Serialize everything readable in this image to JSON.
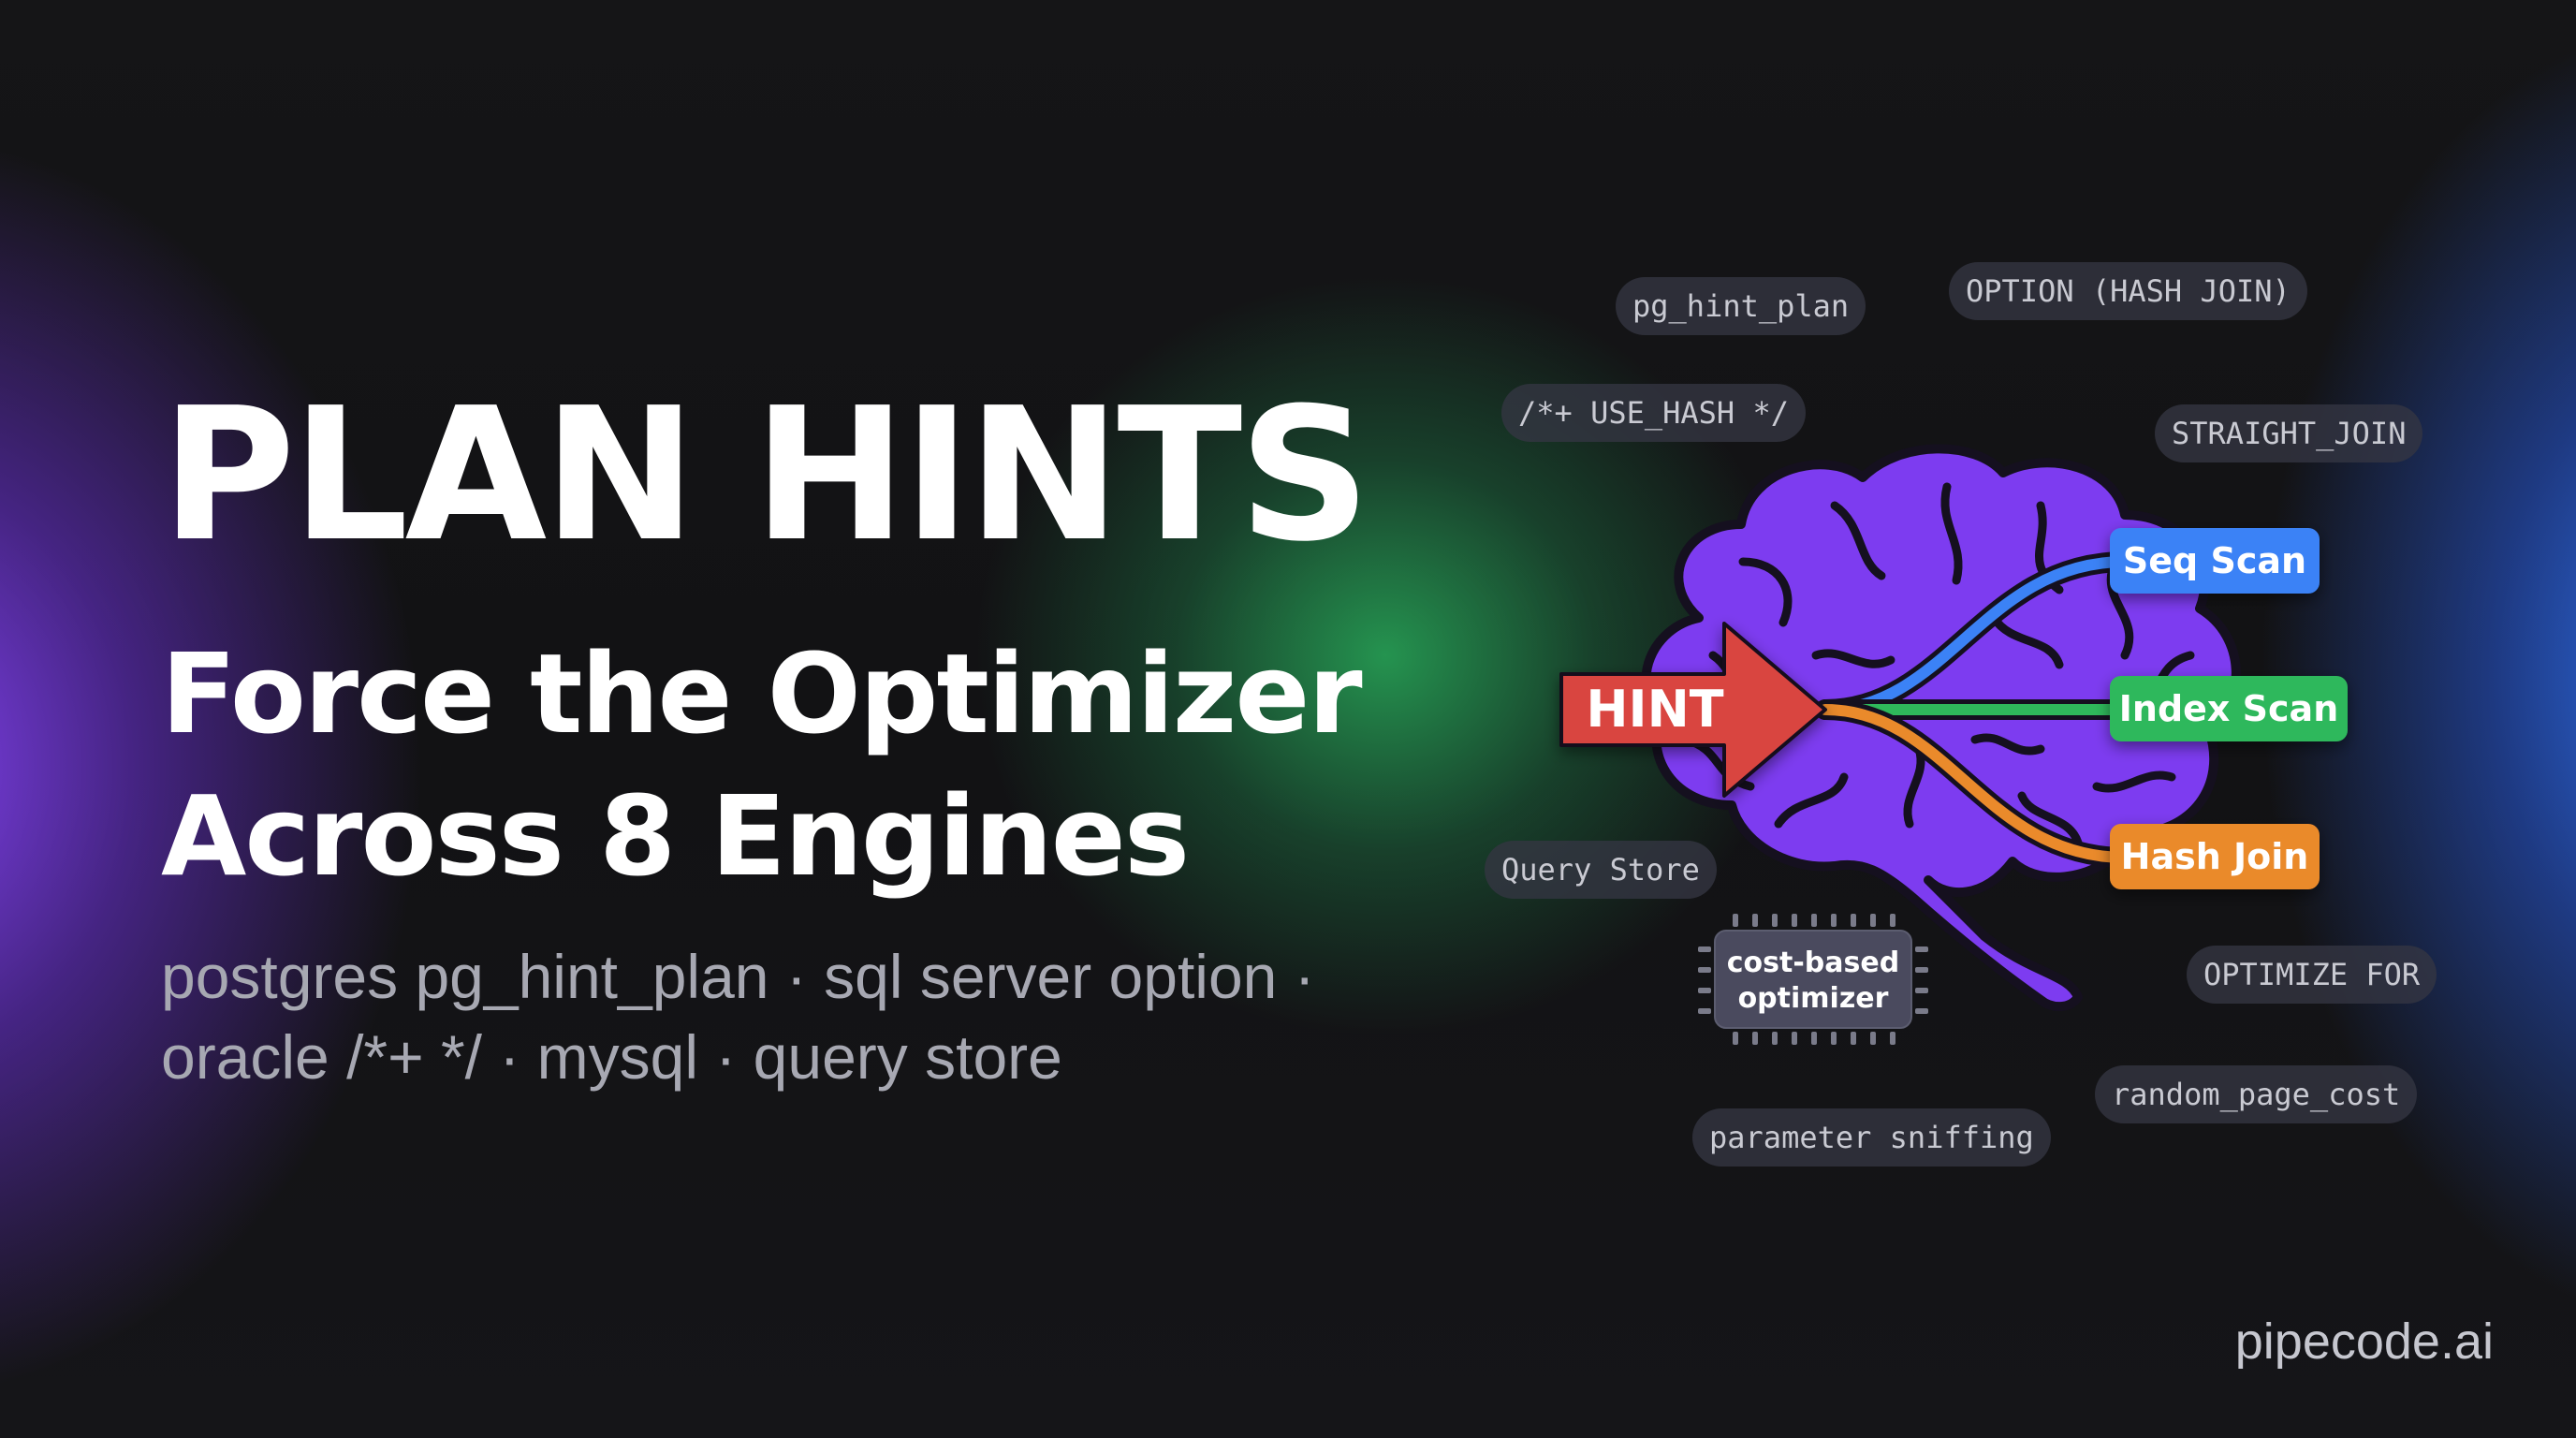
{
  "headline": {
    "title": "PLAN HINTS",
    "subtitle_line1": "Force the Optimizer",
    "subtitle_line2": "Across 8 Engines",
    "tagline_line1": "postgres pg_hint_plan · sql server option ·",
    "tagline_line2": "oracle /*+ */ · mysql · query store"
  },
  "brand": "pipecode.ai",
  "keyword_chips": [
    "pg_hint_plan",
    "OPTION (HASH JOIN)",
    "/*+ USE_HASH */",
    "STRAIGHT_JOIN",
    "Query Store",
    "OPTIMIZE FOR",
    "random_page_cost",
    "parameter sniffing"
  ],
  "diagram": {
    "hint_label": "HINT",
    "chip_label_line1": "cost-based",
    "chip_label_line2": "optimizer",
    "plan_options": [
      {
        "label": "Seq Scan",
        "color": "#3b82f6"
      },
      {
        "label": "Index Scan",
        "color": "#2fb85b"
      },
      {
        "label": "Hash Join",
        "color": "#ea8a2b"
      }
    ],
    "colors": {
      "brain": "#7d3cf0",
      "brain_lines": "#15101f",
      "hint_arrow": "#d9443f",
      "chip_body": "#4a4a5e"
    },
    "icons": [
      "brain-icon",
      "arrow-icon",
      "cpu-chip-icon"
    ]
  }
}
